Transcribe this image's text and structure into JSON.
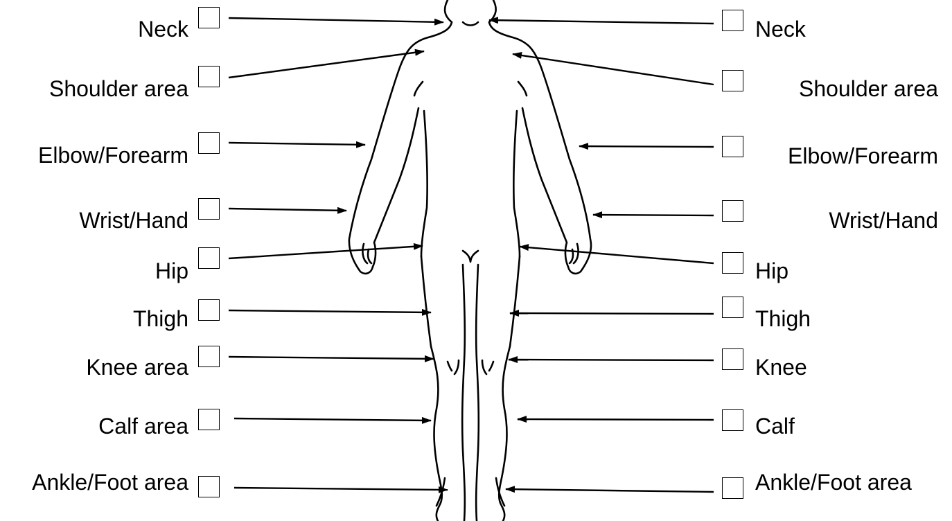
{
  "colors": {
    "ink": "#000000",
    "background": "#ffffff"
  },
  "figure": {
    "icon": "human-body-front-outline"
  },
  "left_items": [
    {
      "label": "Neck",
      "checked": false
    },
    {
      "label": "Shoulder area",
      "checked": false
    },
    {
      "label": "Elbow/Forearm",
      "checked": false
    },
    {
      "label": "Wrist/Hand",
      "checked": false
    },
    {
      "label": "Hip",
      "checked": false
    },
    {
      "label": "Thigh",
      "checked": false
    },
    {
      "label": "Knee area",
      "checked": false
    },
    {
      "label": "Calf area",
      "checked": false
    },
    {
      "label": "Ankle/Foot area",
      "checked": false
    }
  ],
  "right_items": [
    {
      "label": "Neck",
      "checked": false
    },
    {
      "label": "Shoulder area",
      "checked": false
    },
    {
      "label": "Elbow/Forearm",
      "checked": false
    },
    {
      "label": "Wrist/Hand",
      "checked": false
    },
    {
      "label": "Hip",
      "checked": false
    },
    {
      "label": "Thigh",
      "checked": false
    },
    {
      "label": "Knee",
      "checked": false
    },
    {
      "label": "Calf",
      "checked": false
    },
    {
      "label": "Ankle/Foot area",
      "checked": false
    }
  ]
}
